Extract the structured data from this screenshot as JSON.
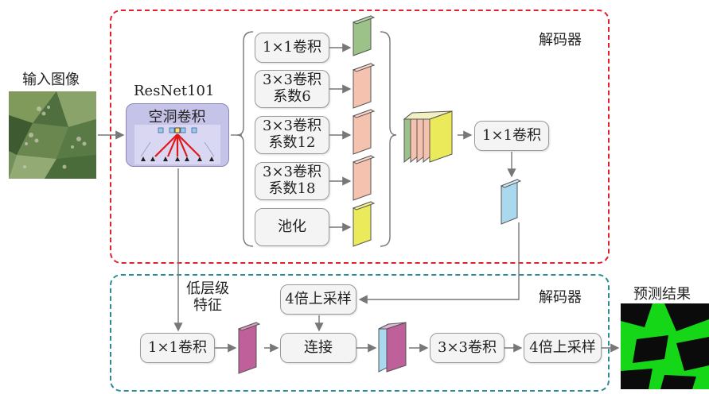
{
  "labels": {
    "input_image": "输入图像",
    "decoder_top": "解码器",
    "decoder_bottom": "解码器",
    "prediction": "预测结果",
    "low_level_features_line1": "低层级",
    "low_level_features_line2": "特征",
    "backbone": "ResNet101",
    "atrous_conv": "空洞卷积"
  },
  "aspp_branches": [
    {
      "line1": "1×1卷积",
      "line2": "",
      "color": "#9cc28a"
    },
    {
      "line1": "3×3卷积",
      "line2": "系数6",
      "color": "#f6c2b0"
    },
    {
      "line1": "3×3卷积",
      "line2": "系数12",
      "color": "#f6c2b0"
    },
    {
      "line1": "3×3卷积",
      "line2": "系数18",
      "color": "#f6c2b0"
    },
    {
      "line1": "池化",
      "line2": "",
      "color": "#eaea5a"
    }
  ],
  "boxes": {
    "conv1x1_after_concat": "1×1卷积",
    "upsample4_top": "4倍上采样",
    "conv1x1_low": "1×1卷积",
    "concat": "连接",
    "conv3x3": "3×3卷积",
    "upsample4_final": "4倍上采样"
  },
  "colors": {
    "encoder_border": "#e0202a",
    "decoder_border": "#2a8a96",
    "green_feature": "#9cc28a",
    "salmon_feature": "#f6c2b0",
    "yellow_feature": "#eaea5a",
    "blue_feature": "#a9d8ef",
    "magenta_feature": "#c0609a",
    "resnet_fill": "#c6c3e8"
  }
}
